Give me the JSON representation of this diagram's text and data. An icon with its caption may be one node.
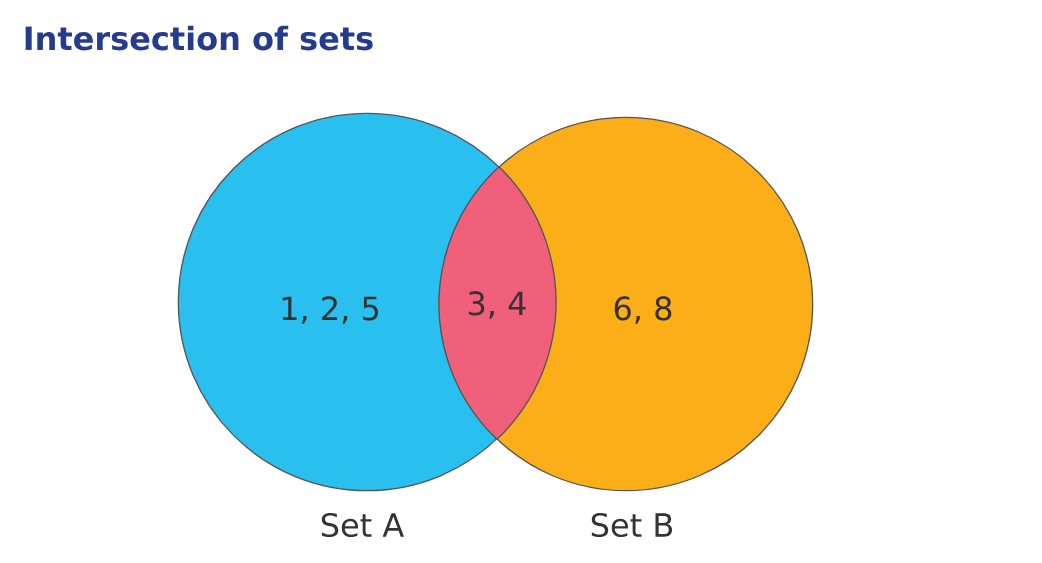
{
  "diagram": {
    "title": "Intersection of sets",
    "nodes": [
      {
        "text": [
          "1, 2, 5"
        ],
        "beside": [
          "Set A"
        ]
      },
      {
        "text": [
          "3, 4"
        ]
      },
      {
        "text": [
          "6, 8"
        ],
        "beside": [
          "Set B"
        ]
      }
    ]
  }
}
